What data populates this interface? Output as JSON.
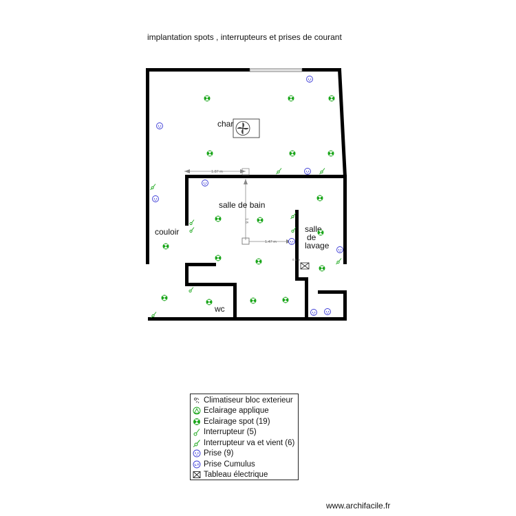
{
  "title": "implantation spots , interrupteurs et prises de courant",
  "rooms": {
    "chambre": "char",
    "salle_de_bain": "salle de bain",
    "couloir": "couloir",
    "salle_de_lavage": [
      "salle",
      "de",
      "lavage"
    ],
    "wc": "wc"
  },
  "dimensions": {
    "horizontal_top": "1.87 m",
    "vertical": "1.8",
    "horizontal_bottom": "1.47 m",
    "small": "0.1 m"
  },
  "legend": [
    {
      "icon": "climatiseur-icon",
      "label": "Climatiseur bloc exterieur"
    },
    {
      "icon": "eclairage-applique-icon",
      "label": "Eclairage applique"
    },
    {
      "icon": "eclairage-spot-icon",
      "label": "Eclairage spot (19)"
    },
    {
      "icon": "interrupteur-icon",
      "label": "Interrupteur (5)"
    },
    {
      "icon": "interrupteur-va-et-vient-icon",
      "label": "Interrupteur va et vient (6)"
    },
    {
      "icon": "prise-icon",
      "label": "Prise (9)"
    },
    {
      "icon": "prise-cumulus-icon",
      "label": "Prise Cumulus"
    },
    {
      "icon": "tableau-electrique-icon",
      "label": "Tableau électrique"
    }
  ],
  "watermark": "www.archifacile.fr",
  "colors": {
    "wall": "#000000",
    "spot": "#1aa61a",
    "prise": "#3b3bd6",
    "dimension": "#888888"
  }
}
